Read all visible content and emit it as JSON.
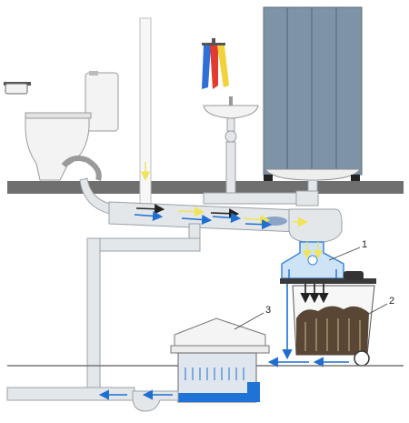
{
  "callouts": [
    {
      "id": "1",
      "text": "1"
    },
    {
      "id": "2",
      "text": "2"
    },
    {
      "id": "3",
      "text": "3"
    }
  ],
  "colors": {
    "pipe": "#e4e7ea",
    "pipe_stroke": "#9aa1a7",
    "floor": "#6f6f6f",
    "curtain": "#7f93a7",
    "water_arrow": "#1f6fd1",
    "air_arrow": "#f1e35a",
    "dark_arrow": "#222222",
    "compost": "#5a4634",
    "tank_blue": "#1f73d6"
  },
  "icons": [
    "toilet-icon",
    "sink-icon",
    "towel-rack-icon",
    "paper-holder-icon",
    "shower-curtain-icon",
    "bathtub-icon"
  ]
}
